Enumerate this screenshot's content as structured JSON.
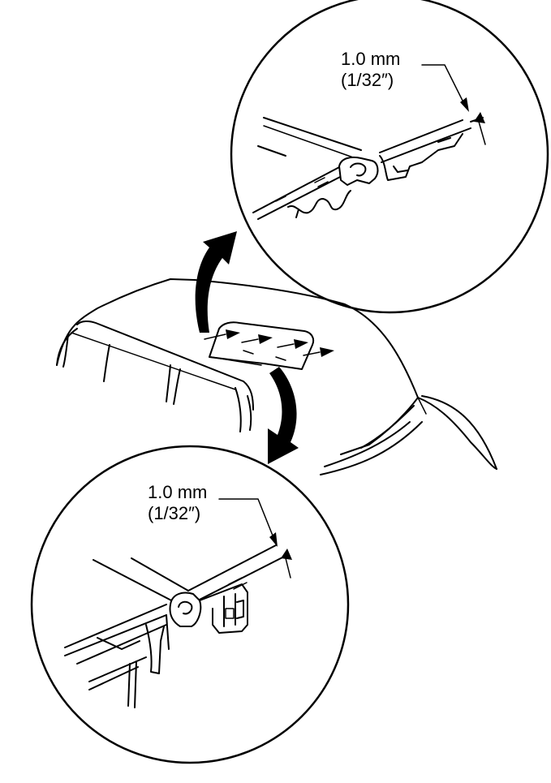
{
  "top_detail": {
    "measurement": "1.0 mm",
    "measurement_imperial": "(1/32″)"
  },
  "bottom_detail": {
    "measurement": "1.0 mm",
    "measurement_imperial": "(1/32″)"
  }
}
